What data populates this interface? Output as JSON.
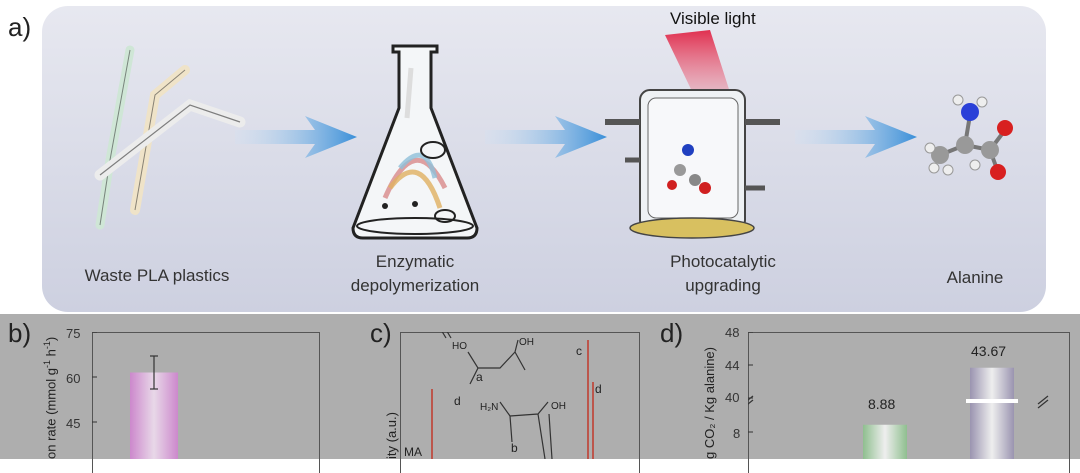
{
  "panel_a": {
    "label": "a)",
    "stages": [
      {
        "label": "Waste PLA plastics"
      },
      {
        "label_line1": "Enzymatic",
        "label_line2": "depolymerization"
      },
      {
        "label_line1": "Photocatalytic",
        "label_line2": "upgrading"
      },
      {
        "label": "Alanine"
      }
    ],
    "visible_light": "Visible light"
  },
  "panel_b": {
    "label": "b)",
    "ylabel": "on rate (mmol g",
    "ylabel_sup1": "-1",
    "ylabel_mid": " h",
    "ylabel_sup2": "-1",
    "ylabel_end": ")",
    "yticks": [
      "75",
      "60",
      "45"
    ],
    "chart_data": {
      "type": "bar",
      "ylim": [
        30,
        75
      ],
      "values": [
        61.5
      ],
      "error": [
        5.5
      ],
      "bar_color": "#cc88cc"
    }
  },
  "panel_c": {
    "label": "c)",
    "ylabel": "ity (a.u.)",
    "labels": {
      "ho": "HO",
      "oh1": "OH",
      "a": "a",
      "d1": "d",
      "h2n": "H₂N",
      "oh2": "OH",
      "b": "b",
      "ma": "MA",
      "c": "c",
      "d2": "d"
    },
    "line_color": "#c0392b"
  },
  "panel_d": {
    "label": "d)",
    "ylabel": "g CO₂ / Kg alanine)",
    "yticks": [
      "48",
      "44",
      "40",
      "8"
    ],
    "chart_data": {
      "type": "bar",
      "values": [
        8.88,
        43.67
      ],
      "value_labels": [
        "8.88",
        "43.67"
      ],
      "colors": [
        "#8fbf8f",
        "#9a94b0"
      ]
    }
  }
}
